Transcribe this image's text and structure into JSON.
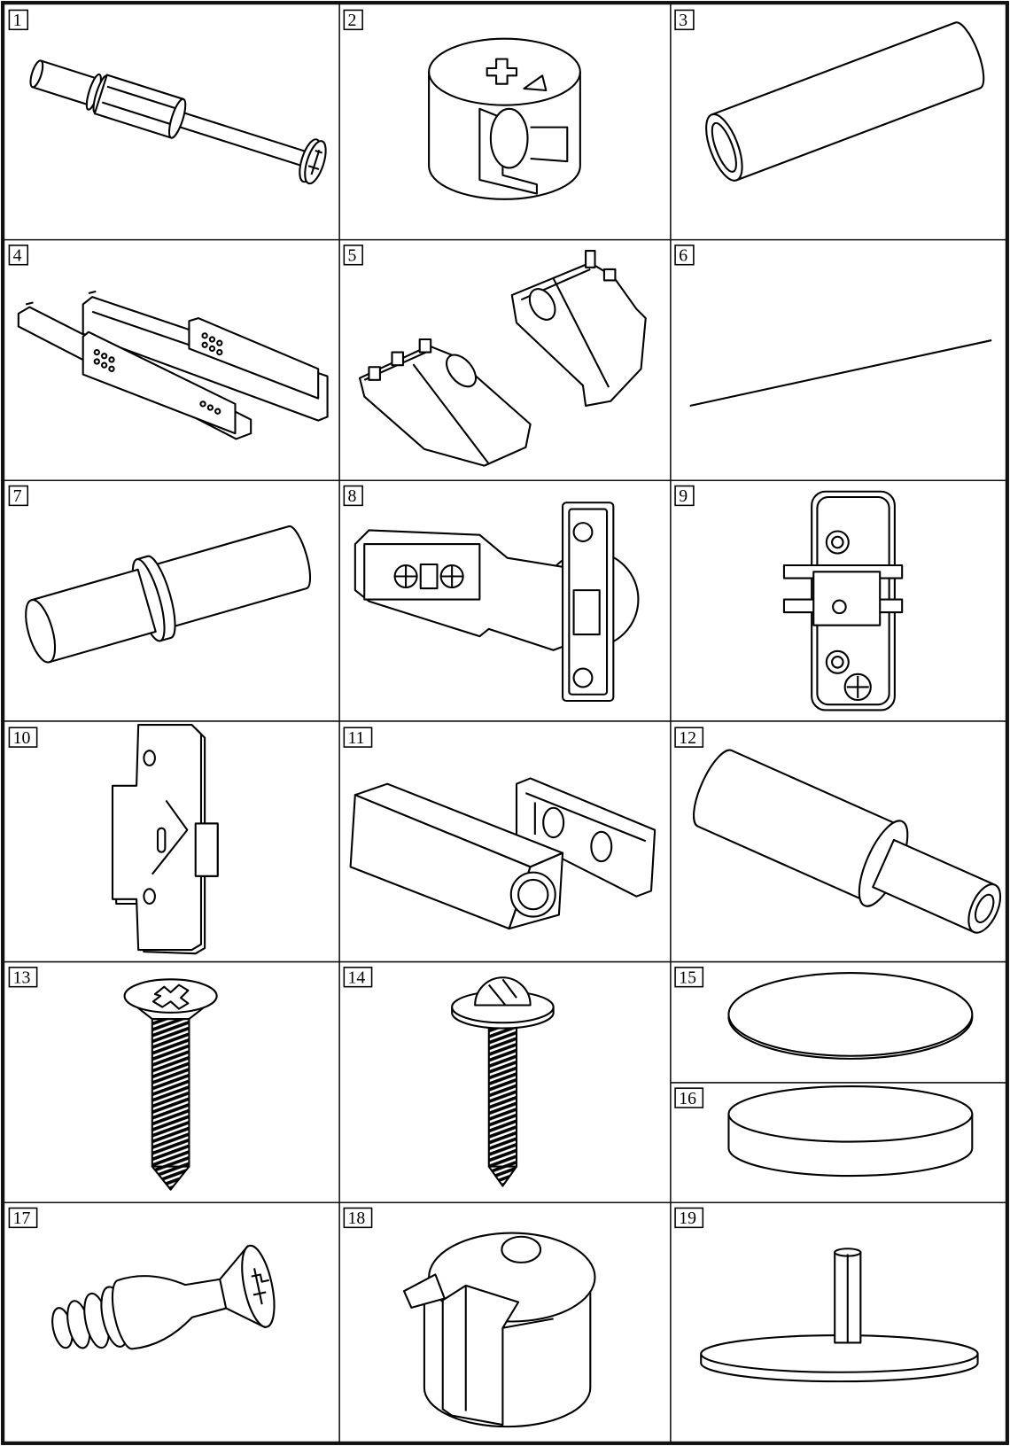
{
  "title": "Hardware parts list",
  "parts": [
    {
      "label": "1",
      "icon": "cam-bolt-icon"
    },
    {
      "label": "2",
      "icon": "cam-lock-icon"
    },
    {
      "label": "3",
      "icon": "wood-dowel-icon"
    },
    {
      "label": "4",
      "icon": "drawer-slide-icon"
    },
    {
      "label": "5",
      "icon": "hinge-plate-pair-icon"
    },
    {
      "label": "6",
      "icon": "rod-icon"
    },
    {
      "label": "7",
      "icon": "shelf-pin-icon"
    },
    {
      "label": "8",
      "icon": "cabinet-hinge-icon"
    },
    {
      "label": "9",
      "icon": "mounting-plate-icon"
    },
    {
      "label": "10",
      "icon": "cross-mounting-plate-icon"
    },
    {
      "label": "11",
      "icon": "push-latch-icon"
    },
    {
      "label": "12",
      "icon": "door-damper-icon"
    },
    {
      "label": "13",
      "icon": "countersunk-screw-icon"
    },
    {
      "label": "14",
      "icon": "pan-head-screw-icon"
    },
    {
      "label": "15",
      "icon": "thin-disc-icon"
    },
    {
      "label": "16",
      "icon": "thick-disc-icon"
    },
    {
      "label": "17",
      "icon": "threaded-insert-icon"
    },
    {
      "label": "18",
      "icon": "cam-housing-icon"
    },
    {
      "label": "19",
      "icon": "disc-with-post-icon"
    }
  ]
}
